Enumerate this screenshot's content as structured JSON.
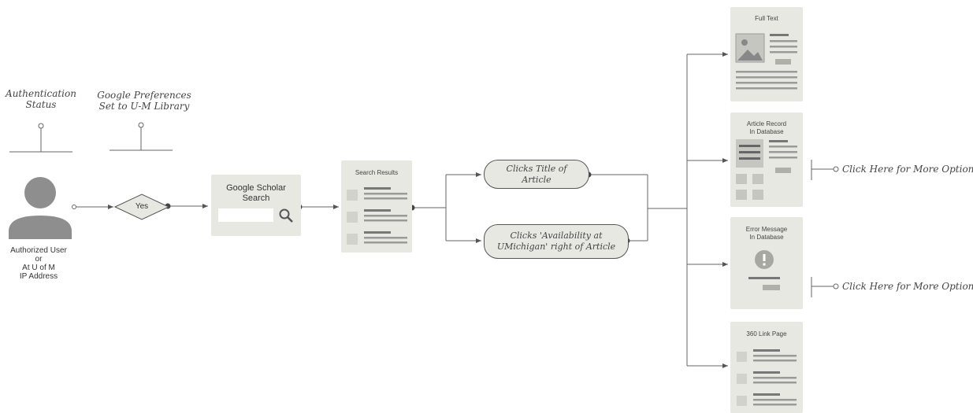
{
  "headers": {
    "auth_status": "Authentication\nStatus",
    "google_prefs": "Google Preferences\nSet to U-M Library"
  },
  "user": {
    "label": "Authorized User\nor\nAt U of M\nIP Address",
    "icon": "person-icon"
  },
  "decision": {
    "label": "Yes"
  },
  "scholar": {
    "title": "Google Scholar\nSearch",
    "icon": "search-icon"
  },
  "results": {
    "title": "Search Results"
  },
  "actions": {
    "clicks_title": "Clicks Title of\nArticle",
    "clicks_availability": "Clicks 'Availability at\nUMichigan' right of Article"
  },
  "outcomes": {
    "full_text": "Full Text",
    "article_record": "Article Record\nIn Database",
    "error_message": "Error Message\nIn Database",
    "link_360": "360 Link Page"
  },
  "more_options": {
    "first": "Click Here for More Options",
    "second": "Click Here for More Options"
  },
  "colors": {
    "card": "#e8e8e3",
    "line": "#555555",
    "bar": "#8c8c8c"
  }
}
